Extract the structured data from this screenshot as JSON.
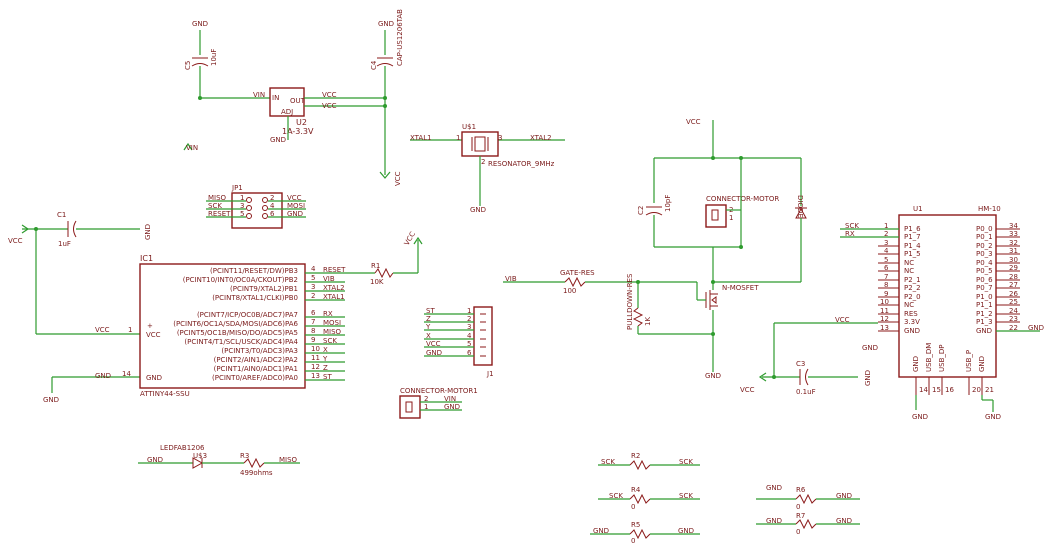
{
  "labels": {
    "gnd": "GND",
    "vcc_upper": "VCC",
    "vcc_lower": "VCC",
    "vcc_italic": "VCC",
    "vin": "VIN",
    "vin_lower": "VIN",
    "vib": "VIB"
  },
  "regulator": {
    "ref": "U2",
    "value": "1A-3.3V",
    "pin_in": "IN",
    "pin_out": "OUT",
    "pin_adj": "ADJ",
    "net_in": "VIN",
    "net_out1": "VCC",
    "net_out2": "VCC",
    "gnd": "GND"
  },
  "caps": {
    "c5_ref": "C5",
    "c5_value": "10uF",
    "c4_ref": "C4",
    "c4_value": "CAP-US1206TAB",
    "c1_ref": "C1",
    "c1_value": "1uF",
    "c2_ref": "C2",
    "c2_value": "10pF",
    "c3_ref": "C3",
    "c3_value": "0.1uF"
  },
  "resonator": {
    "ref": "U$1",
    "value": "RESONATOR_9MHz",
    "pin1": "1",
    "pin2": "2",
    "pin3": "3",
    "net1": "XTAL1",
    "net2": "XTAL2",
    "gnd": "GND"
  },
  "jp1": {
    "ref": "JP1",
    "left": [
      "MISO",
      "SCK",
      "RESET"
    ],
    "left_pins": [
      "1",
      "3",
      "5"
    ],
    "right_pins": [
      "2",
      "4",
      "6"
    ],
    "right": [
      "VCC",
      "MOSI",
      "GND"
    ]
  },
  "ic1": {
    "ref": "IC1",
    "value": "ATTINY44-SSU",
    "vcc_pin": "VCC",
    "gnd_pin": "GND",
    "pins": [
      "(PCINT11/RESET/DW)PB3",
      "(PCINT10/INT0/OC0A/CKOUT)PB2",
      "(PCINT9/XTAL2)PB1",
      "(PCINT8/XTAL1/CLKI)PB0",
      "(PCINT7/ICP/OC0B/ADC7)PA7",
      "(PCINT6/OC1A/SDA/MOSI/ADC6)PA6",
      "(PCINT5/OC1B/MISO/DO/ADC5)PA5",
      "(PCINT4/T1/SCL/USCK/ADC4)PA4",
      "(PCINT3/T0/ADC3)PA3",
      "(PCINT2/AIN1/ADC2)PA2",
      "(PCINT1/AIN0/ADC1)PA1",
      "(PCINT0/AREF/ADC0)PA0"
    ],
    "pin_numbers": [
      "4",
      "5",
      "3",
      "2",
      "6",
      "7",
      "8",
      "9",
      "10",
      "11",
      "12",
      "13"
    ],
    "nets": [
      "RESET",
      "VIB",
      "XTAL2",
      "XTAL1",
      "RX",
      "MOSI",
      "MISO",
      "SCK",
      "X",
      "Y",
      "Z",
      "ST"
    ],
    "vcc_num": "1",
    "gnd_num": "14"
  },
  "r1": {
    "ref": "R1",
    "value": "10K",
    "net": "VCC"
  },
  "j1": {
    "ref": "J1",
    "nets": [
      "ST",
      "Z",
      "Y",
      "X",
      "VCC",
      "GND"
    ],
    "pins": [
      "1",
      "2",
      "3",
      "4",
      "5",
      "6"
    ]
  },
  "motor1": {
    "ref": "CONNECTOR-MOTOR1",
    "pins": [
      "2",
      "1"
    ],
    "nets": [
      "VIN",
      "GND"
    ]
  },
  "motor_driver": {
    "motor_label": "CONNECTOR-MOTOR",
    "motor_pins": [
      "2",
      "1"
    ],
    "diode_label": "DIODE",
    "gate_res_label": "GATE-RES",
    "gate_res_value": "100",
    "pulldown_label": "PULLDOWN-RES",
    "pulldown_value": "1K",
    "mosfet_label": "N-MOSFET",
    "net_vib": "VIB",
    "gnd": "GND",
    "vcc": "VCC"
  },
  "hm10": {
    "ref": "U1",
    "value": "HM-10",
    "left_pins": [
      "P1_6",
      "P1_7",
      "P1_4",
      "P1_5",
      "NC",
      "NC",
      "P2_1",
      "P2_2",
      "P2_0",
      "NC",
      "RES",
      "3.3V",
      "GND"
    ],
    "left_nums": [
      "1",
      "2",
      "3",
      "4",
      "5",
      "6",
      "7",
      "8",
      "9",
      "10",
      "11",
      "12",
      "13"
    ],
    "right_pins": [
      "P0_0",
      "P0_1",
      "P0_2",
      "P0_3",
      "P0_4",
      "P0_5",
      "P0_6",
      "P0_7",
      "P1_0",
      "P1_1",
      "P1_2",
      "P1_3",
      "GND"
    ],
    "right_nums": [
      "34",
      "33",
      "32",
      "31",
      "30",
      "29",
      "28",
      "27",
      "26",
      "25",
      "24",
      "23",
      "22"
    ],
    "bottom_pins": [
      "GND",
      "USB_DM",
      "USB_DP",
      "USB_P",
      "GND"
    ],
    "bottom_nums": [
      "14",
      "15",
      "16",
      "20",
      "21"
    ],
    "net_sck": "SCK",
    "net_rx": "RX",
    "net_vcc": "VCC",
    "net_gnd": "GND"
  },
  "led": {
    "ref": "U$3",
    "value": "LEDFAB1206",
    "r_ref": "R3",
    "r_value": "499ohms",
    "net_left": "GND",
    "net_right": "MISO"
  },
  "resistors_bottom": [
    {
      "ref": "R2",
      "value": "",
      "left": "SCK",
      "right": "SCK"
    },
    {
      "ref": "R4",
      "value": "0",
      "left": "SCK",
      "right": "SCK"
    },
    {
      "ref": "R5",
      "value": "0",
      "left": "GND",
      "right": "GND"
    },
    {
      "ref": "R6",
      "value": "0",
      "left": "GND",
      "right": "GND"
    },
    {
      "ref": "R7",
      "value": "0",
      "left": "GND",
      "right": "GND"
    }
  ]
}
